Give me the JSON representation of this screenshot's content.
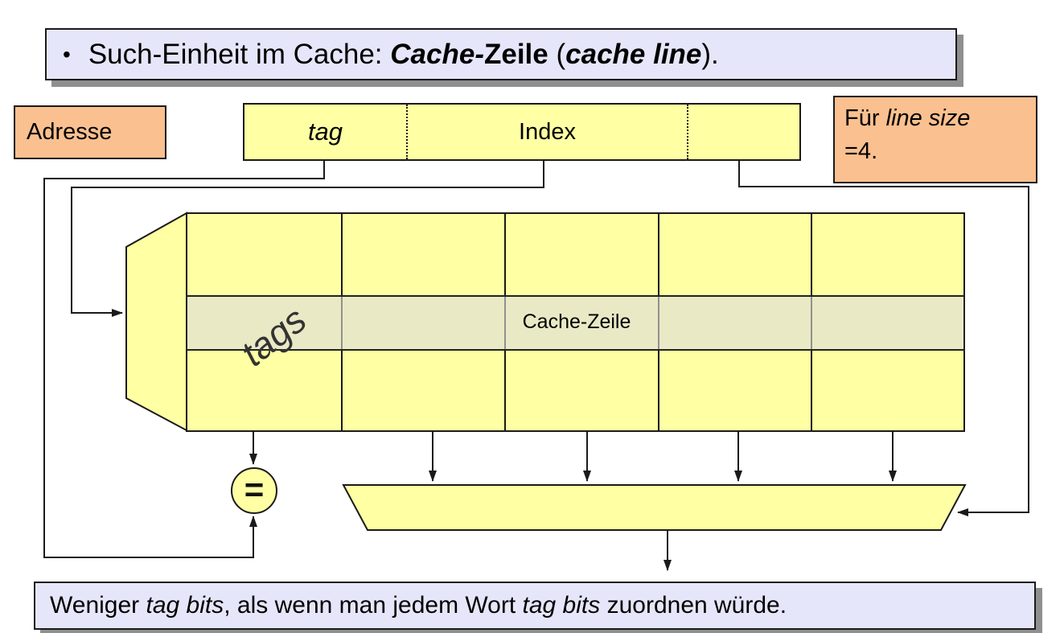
{
  "title": {
    "bullet": "•",
    "seg1": "Such-Einheit im Cache: ",
    "seg2": "Cache-",
    "seg3": "Zeile",
    "seg4": " (",
    "seg5": "cache line",
    "seg6": ")."
  },
  "address_box": {
    "label": "Adresse"
  },
  "address_field": {
    "tag_label": "tag",
    "index_label": "Index",
    "offset_label": ""
  },
  "line_size_note": {
    "seg1": "Für ",
    "seg2": "line size",
    "seg3": "=4."
  },
  "cache": {
    "tags_label": "tags",
    "line_label": "Cache-Zeile",
    "columns": 5,
    "rows": 3
  },
  "comparator": {
    "symbol": "="
  },
  "footer": {
    "seg1": "Weniger ",
    "seg2": "tag bits",
    "seg3": ", als wenn man jedem Wort ",
    "seg4": "tag bits",
    "seg5": " zuordnen würde."
  },
  "colors": {
    "cell_yellow": "#ffffa3",
    "note_orange": "#fac090",
    "text_box_lavender": "#e6e6fa",
    "highlight_row": "rgba(219,219,219,0.62)",
    "shadow_gray": "#8f8f8f",
    "line_black": "#1a1a1a"
  }
}
